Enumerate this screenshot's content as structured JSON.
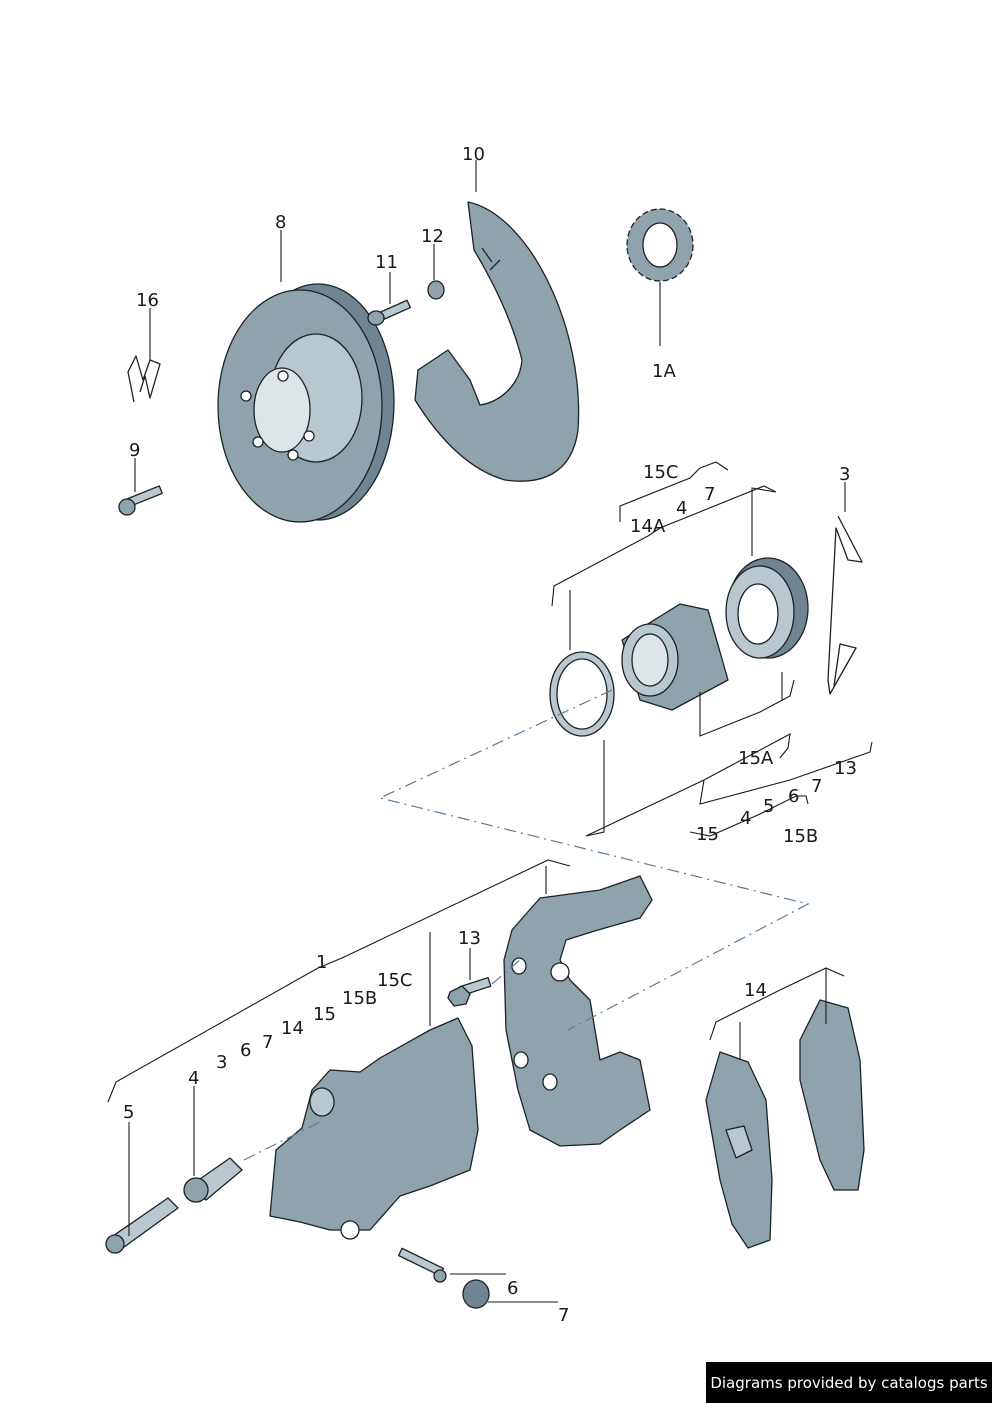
{
  "labels": {
    "l10": "10",
    "l8": "8",
    "l12": "12",
    "l11": "11",
    "l16": "16",
    "l9": "9",
    "l1A": "1A",
    "l15C_top": "15C",
    "l4_top": "4",
    "l7_top": "7",
    "l14A": "14A",
    "l3_top": "3",
    "l15A": "15A",
    "l13_right": "13",
    "l7_right": "7",
    "l6_right": "6",
    "l5_right": "5",
    "l4_right": "4",
    "l15_right": "15",
    "l15B_right": "15B",
    "l1": "1",
    "l13_mid": "13",
    "l15C_mid": "15C",
    "l15B_mid": "15B",
    "l15_mid": "15",
    "l14_mid": "14",
    "l7_mid": "7",
    "l6_mid": "6",
    "l3_mid": "3",
    "l4_left": "4",
    "l5_left": "5",
    "l14_right": "14",
    "l6_bottom": "6",
    "l7_bottom": "7"
  },
  "credit": "Diagrams provided by catalogs parts",
  "colors": {
    "part_light": "#b9c7ce",
    "part_mid": "#8fa3ad",
    "part_dark": "#6f8591",
    "outline": "#1c2226",
    "dash": "#5d7c95"
  }
}
